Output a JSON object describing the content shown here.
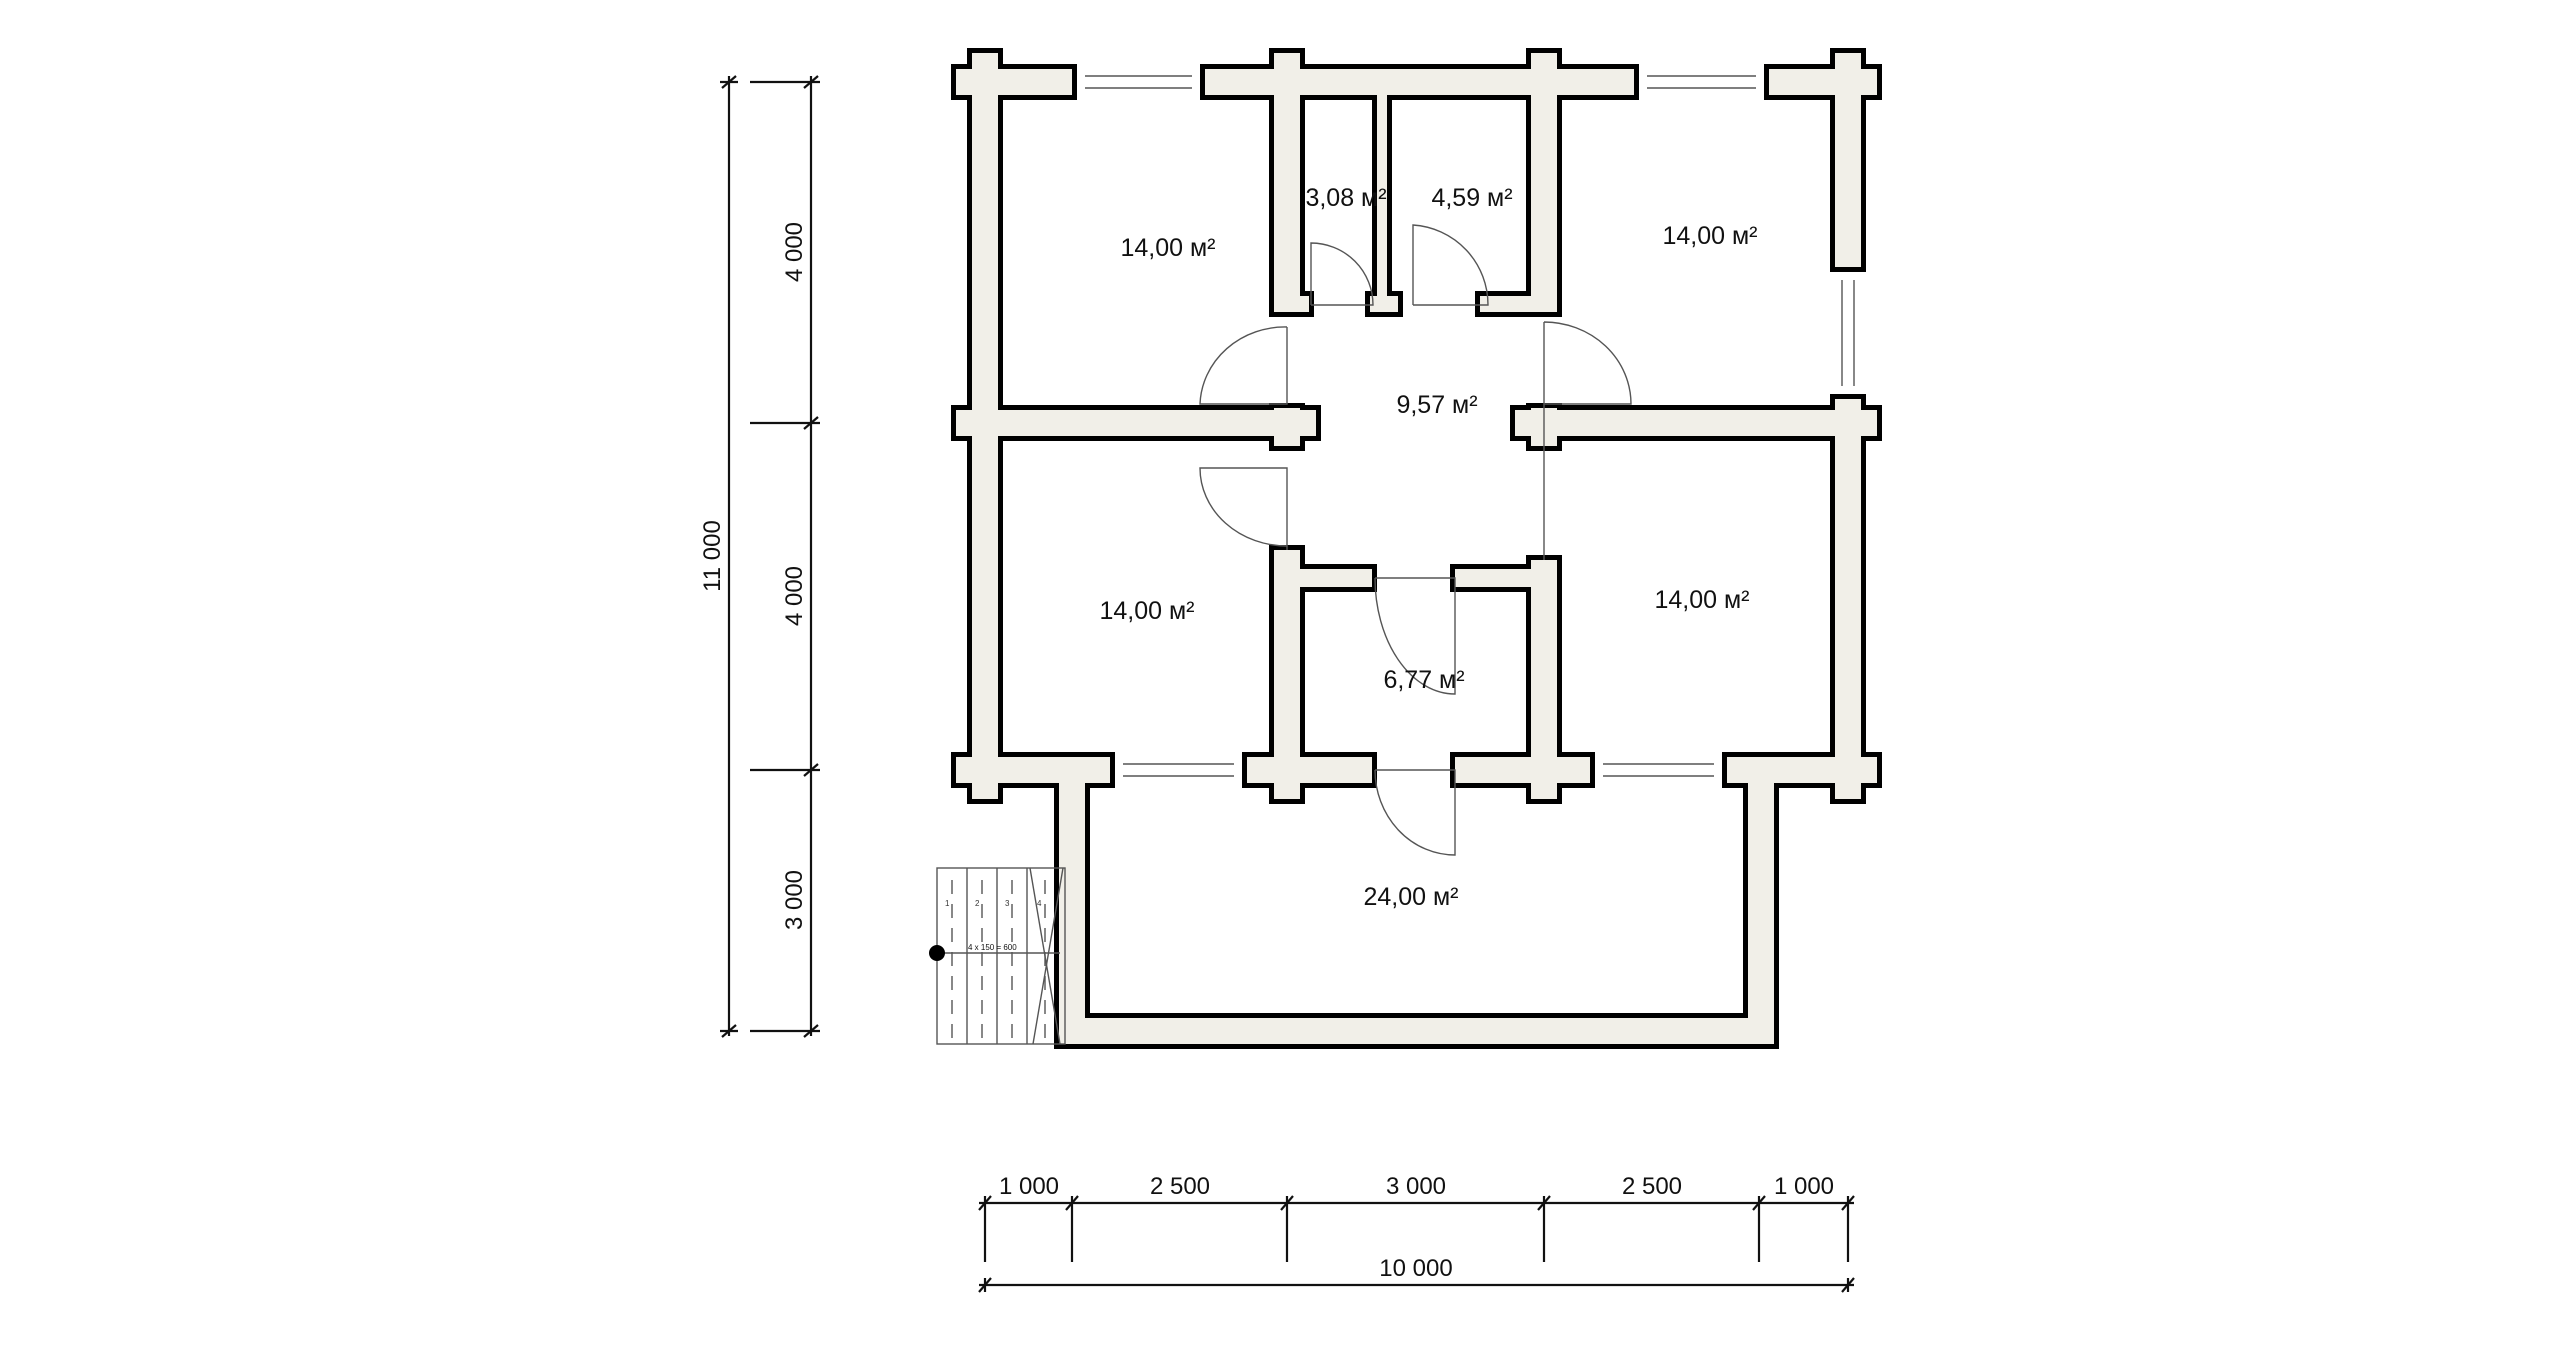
{
  "rooms": [
    {
      "area": "14,00 м²"
    },
    {
      "area": "3,08 м²"
    },
    {
      "area": "4,59 м²"
    },
    {
      "area": "14,00 м²"
    },
    {
      "area": "9,57 м²"
    },
    {
      "area": "14,00 м²"
    },
    {
      "area": "14,00 м²"
    },
    {
      "area": "6,77 м²"
    },
    {
      "area": "24,00 м²"
    }
  ],
  "dimensions": {
    "horizontal": [
      "1 000",
      "2 500",
      "3 000",
      "2 500",
      "1 000"
    ],
    "horizontal_total": "10 000",
    "vertical": [
      "4 000",
      "4 000",
      "3 000"
    ],
    "vertical_total": "11 000"
  },
  "stairs": {
    "label": "4 x 150 = 600",
    "steps": [
      "1",
      "2",
      "3",
      "4"
    ]
  },
  "colors": {
    "wall_fill": "#f1efe8",
    "wall_outline": "#000000"
  }
}
